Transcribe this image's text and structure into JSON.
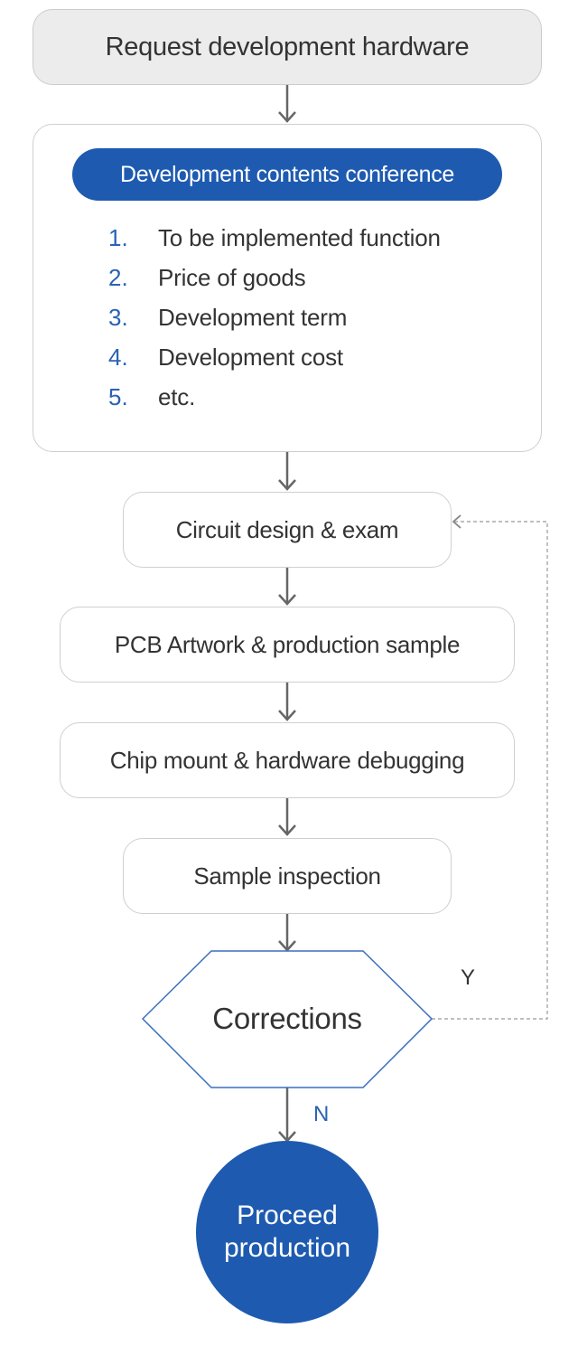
{
  "nodes": {
    "request": "Request development  hardware",
    "conference": {
      "title": "Development contents conference",
      "items": [
        {
          "num": "1.",
          "text": "To be implemented function"
        },
        {
          "num": "2.",
          "text": "Price of goods"
        },
        {
          "num": "3.",
          "text": "Development term"
        },
        {
          "num": "4.",
          "text": "Development cost"
        },
        {
          "num": "5.",
          "text": "etc."
        }
      ]
    },
    "circuit": "Circuit design & exam",
    "pcb": "PCB Artwork & production sample",
    "chip": "Chip mount & hardware debugging",
    "sample": "Sample inspection",
    "corrections": "Corrections",
    "proceed_line1": "Proceed",
    "proceed_line2": "production"
  },
  "branches": {
    "yes": "Y",
    "no": "N"
  },
  "colors": {
    "accent": "#1e5bb0",
    "number": "#2a62b4",
    "text": "#333333",
    "border": "#cfcfcf",
    "gray_fill": "#ececec",
    "arrow": "#666666"
  }
}
